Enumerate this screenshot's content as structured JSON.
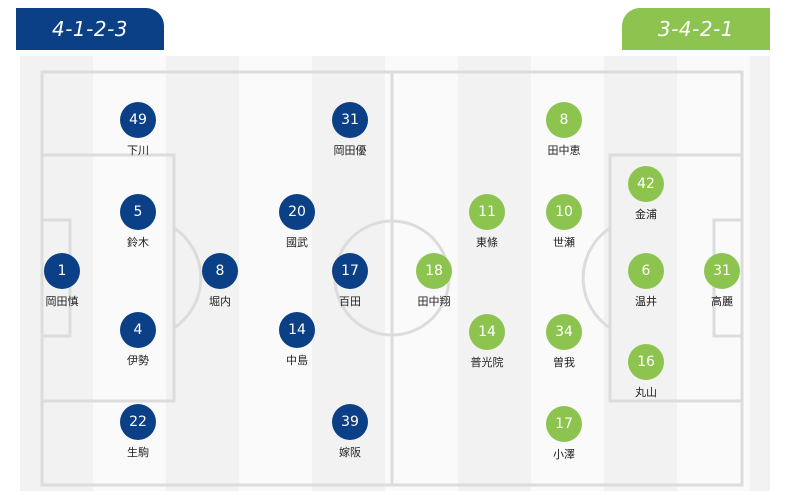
{
  "home": {
    "formation": "4-1-2-3",
    "color": "#0b3f86",
    "players": [
      {
        "number": "49",
        "name": "下川"
      },
      {
        "number": "31",
        "name": "岡田優"
      },
      {
        "number": "5",
        "name": "鈴木"
      },
      {
        "number": "20",
        "name": "國武"
      },
      {
        "number": "1",
        "name": "岡田慎"
      },
      {
        "number": "8",
        "name": "堀内"
      },
      {
        "number": "17",
        "name": "百田"
      },
      {
        "number": "4",
        "name": "伊勢"
      },
      {
        "number": "14",
        "name": "中島"
      },
      {
        "number": "22",
        "name": "生駒"
      },
      {
        "number": "39",
        "name": "嫁阪"
      }
    ]
  },
  "away": {
    "formation": "3-4-2-1",
    "color": "#8cc44f",
    "players": [
      {
        "number": "8",
        "name": "田中恵"
      },
      {
        "number": "42",
        "name": "金浦"
      },
      {
        "number": "11",
        "name": "東條"
      },
      {
        "number": "10",
        "name": "世瀬"
      },
      {
        "number": "18",
        "name": "田中翔"
      },
      {
        "number": "6",
        "name": "温井"
      },
      {
        "number": "31",
        "name": "高麗"
      },
      {
        "number": "14",
        "name": "普光院"
      },
      {
        "number": "34",
        "name": "曽我"
      },
      {
        "number": "16",
        "name": "丸山"
      },
      {
        "number": "17",
        "name": "小澤"
      }
    ]
  }
}
